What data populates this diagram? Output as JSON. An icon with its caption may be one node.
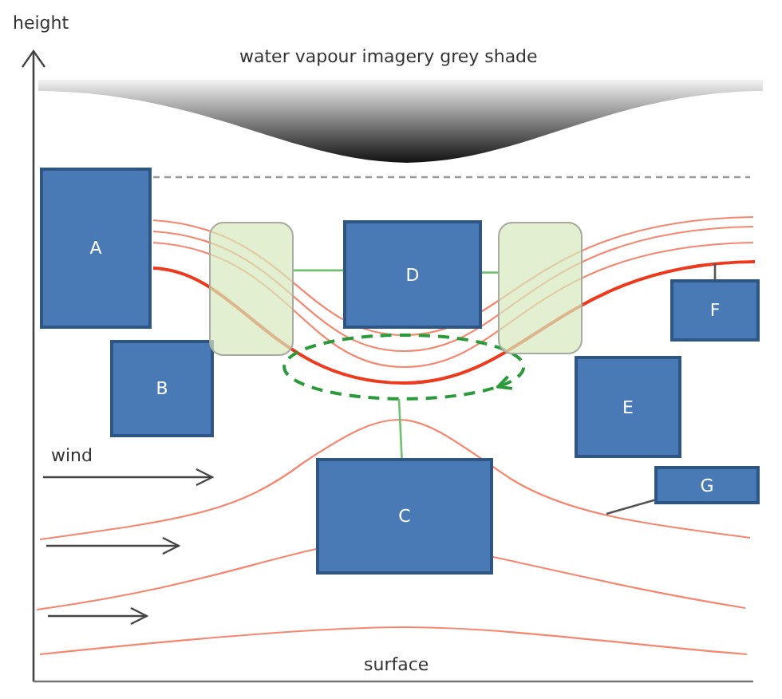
{
  "diagram": {
    "nodes": [
      {
        "text": [
          "A"
        ]
      },
      {
        "text": [
          "D"
        ]
      },
      {
        "text": [
          "F"
        ]
      },
      {
        "text": [
          "B"
        ]
      },
      {
        "text": [
          "E"
        ]
      },
      {
        "text": [
          "G"
        ]
      },
      {
        "text": [
          "C"
        ]
      },
      {
        "text": [],
        "shape": "box"
      },
      {
        "text": [],
        "shape": "box"
      },
      {
        "text": [],
        "shape": "ellipse"
      }
    ],
    "edges": [
      {
        "from": 1,
        "to": 7,
        "arrow": "none"
      },
      {
        "from": 1,
        "to": 8,
        "arrow": "none"
      },
      {
        "from": 6,
        "to": 9,
        "arrow": "none"
      },
      {
        "from": 2,
        "to": null,
        "arrow": "none",
        "color": "#555555"
      },
      {
        "from": 5,
        "to": null,
        "arrow": "none",
        "color": "#555555"
      }
    ],
    "labels": [
      "height",
      "water vapour imagery grey shade",
      "wind",
      "surface"
    ]
  }
}
